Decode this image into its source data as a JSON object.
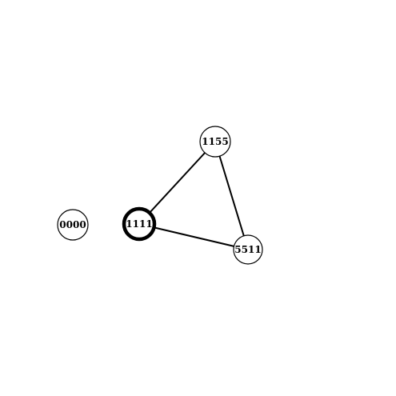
{
  "graph": {
    "nodes": [
      {
        "id": "0000",
        "label": "0000",
        "selected": false
      },
      {
        "id": "1111",
        "label": "1111",
        "selected": true
      },
      {
        "id": "1155",
        "label": "1155",
        "selected": false
      },
      {
        "id": "5511",
        "label": "5511",
        "selected": false
      }
    ],
    "edges": [
      {
        "from": "1111",
        "to": "1155"
      },
      {
        "from": "1155",
        "to": "5511"
      },
      {
        "from": "1111",
        "to": "5511"
      }
    ]
  },
  "colors": {
    "node_fill": "#ffffff",
    "node_stroke": "#000000",
    "edge": "#000000",
    "background": "#ffffff"
  }
}
